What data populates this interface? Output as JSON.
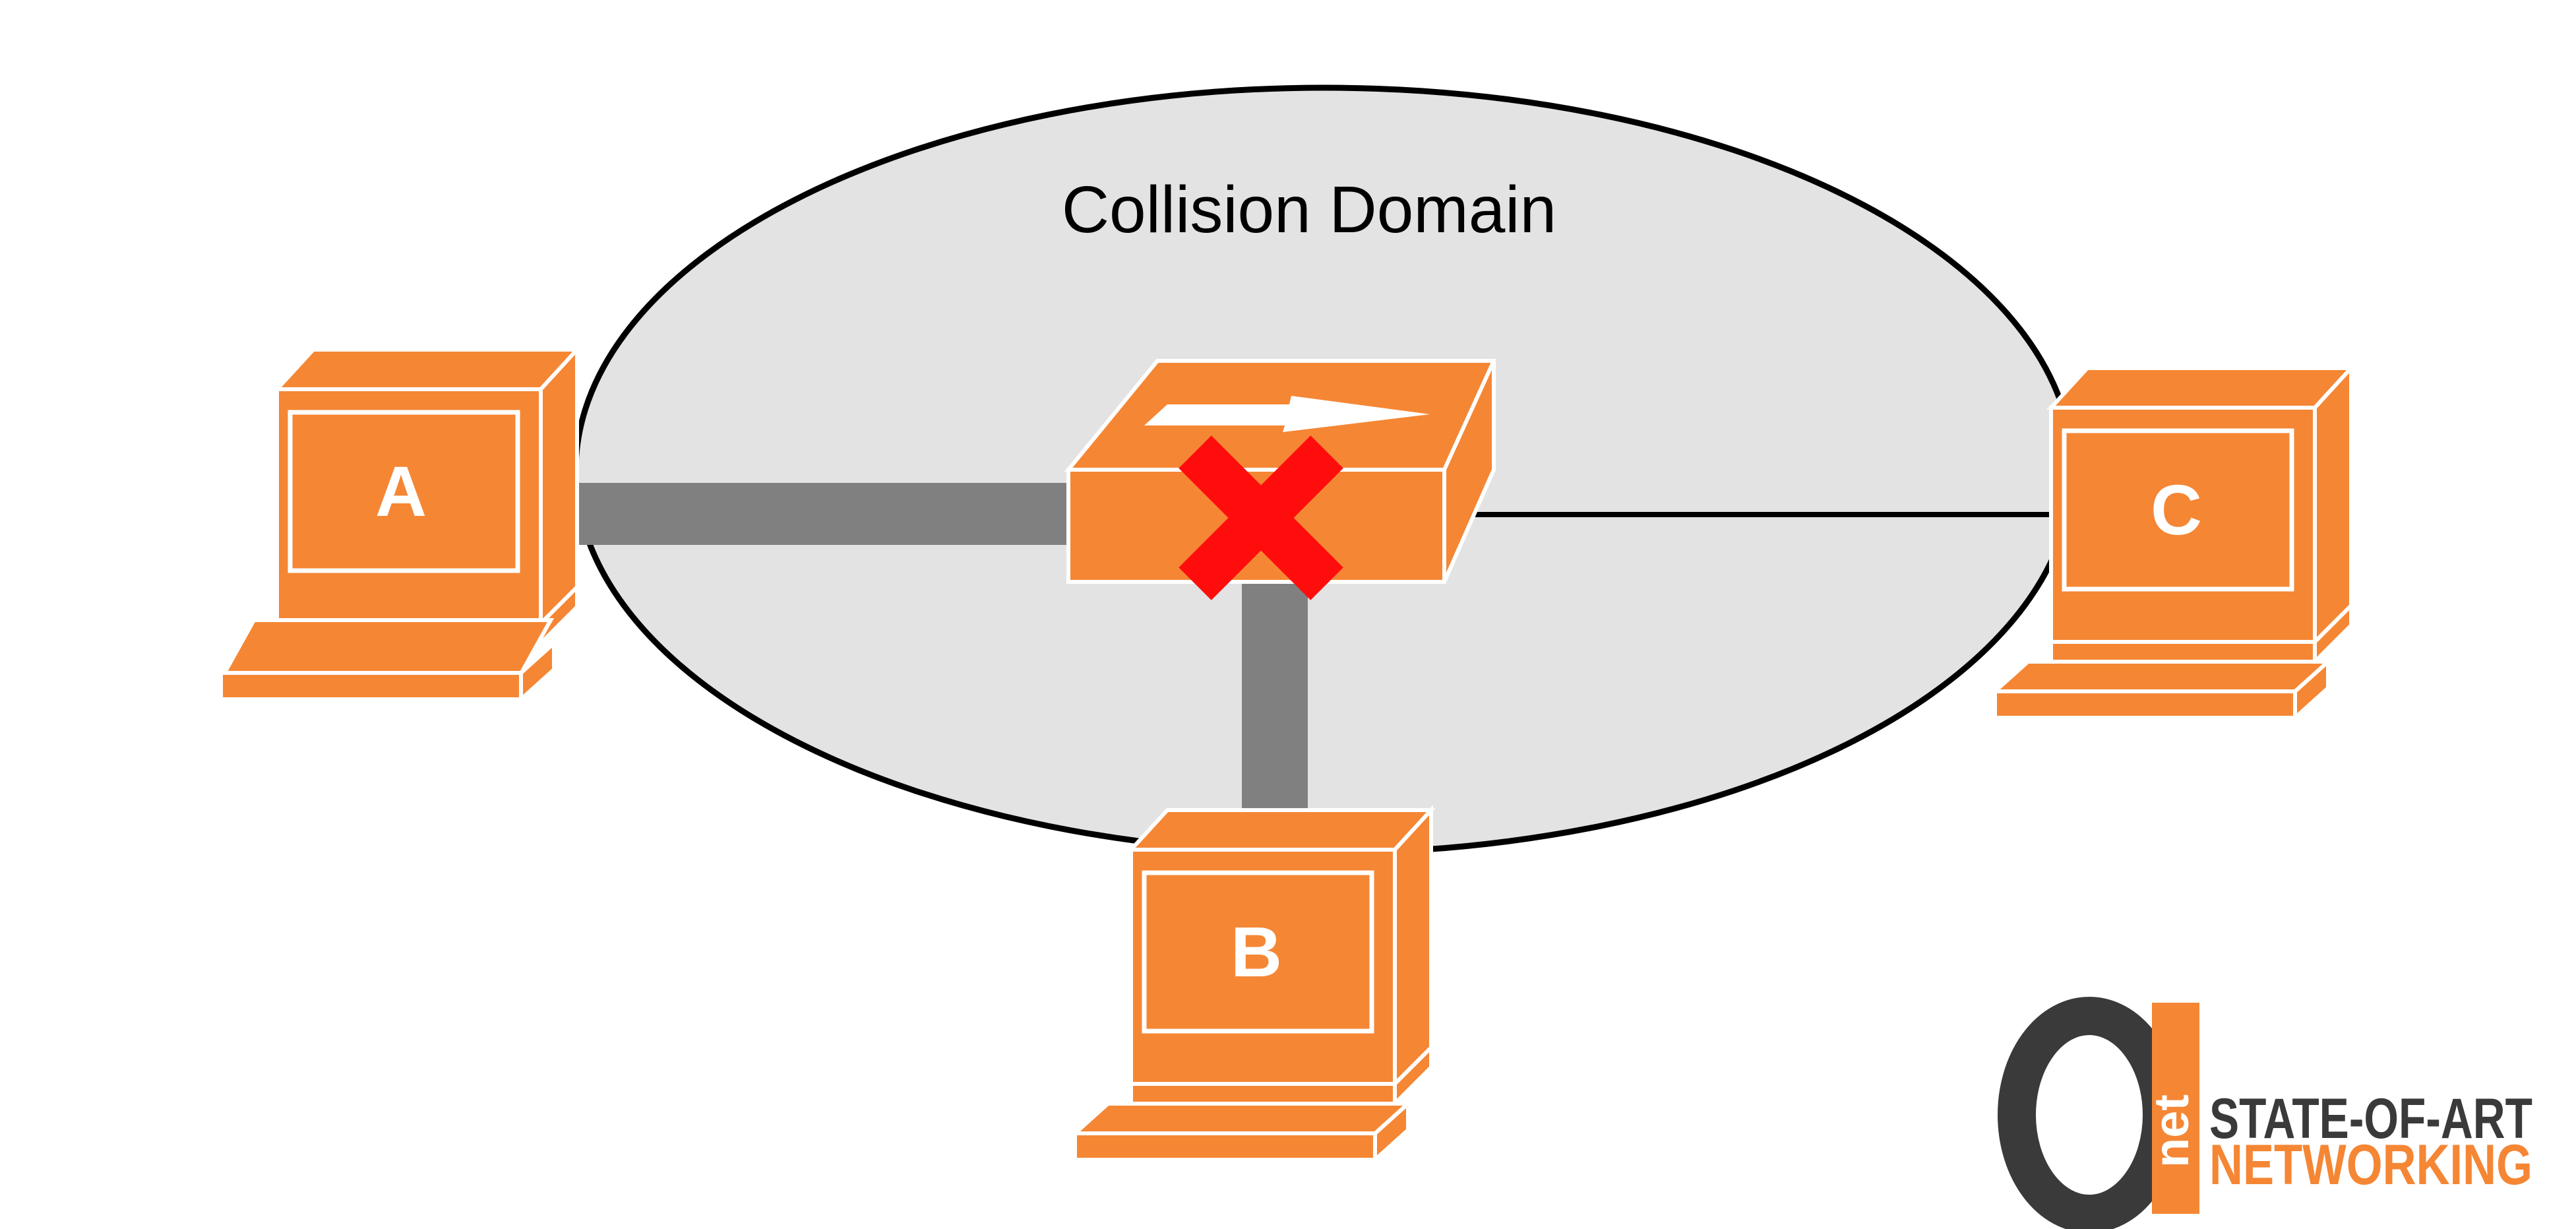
{
  "diagram": {
    "domain_label": "Collision Domain",
    "hosts": [
      {
        "id": "A",
        "label": "A"
      },
      {
        "id": "B",
        "label": "B"
      },
      {
        "id": "C",
        "label": "C"
      }
    ],
    "hub": {
      "name": "hub-icon",
      "status": "collision"
    },
    "links": [
      {
        "from": "A",
        "to": "hub",
        "active": true
      },
      {
        "from": "B",
        "to": "hub",
        "active": true
      },
      {
        "from": "C",
        "to": "hub",
        "active": false
      }
    ]
  },
  "logo": {
    "mark_text": "net",
    "line1": "STATE-OF-ART",
    "line2": "NETWORKING"
  },
  "colors": {
    "device_orange": "#f58634",
    "domain_fill": "#e3e3e3",
    "active_link": "#808080",
    "collision_x": "#ff0000",
    "logo_dark": "#3a3a3a"
  }
}
